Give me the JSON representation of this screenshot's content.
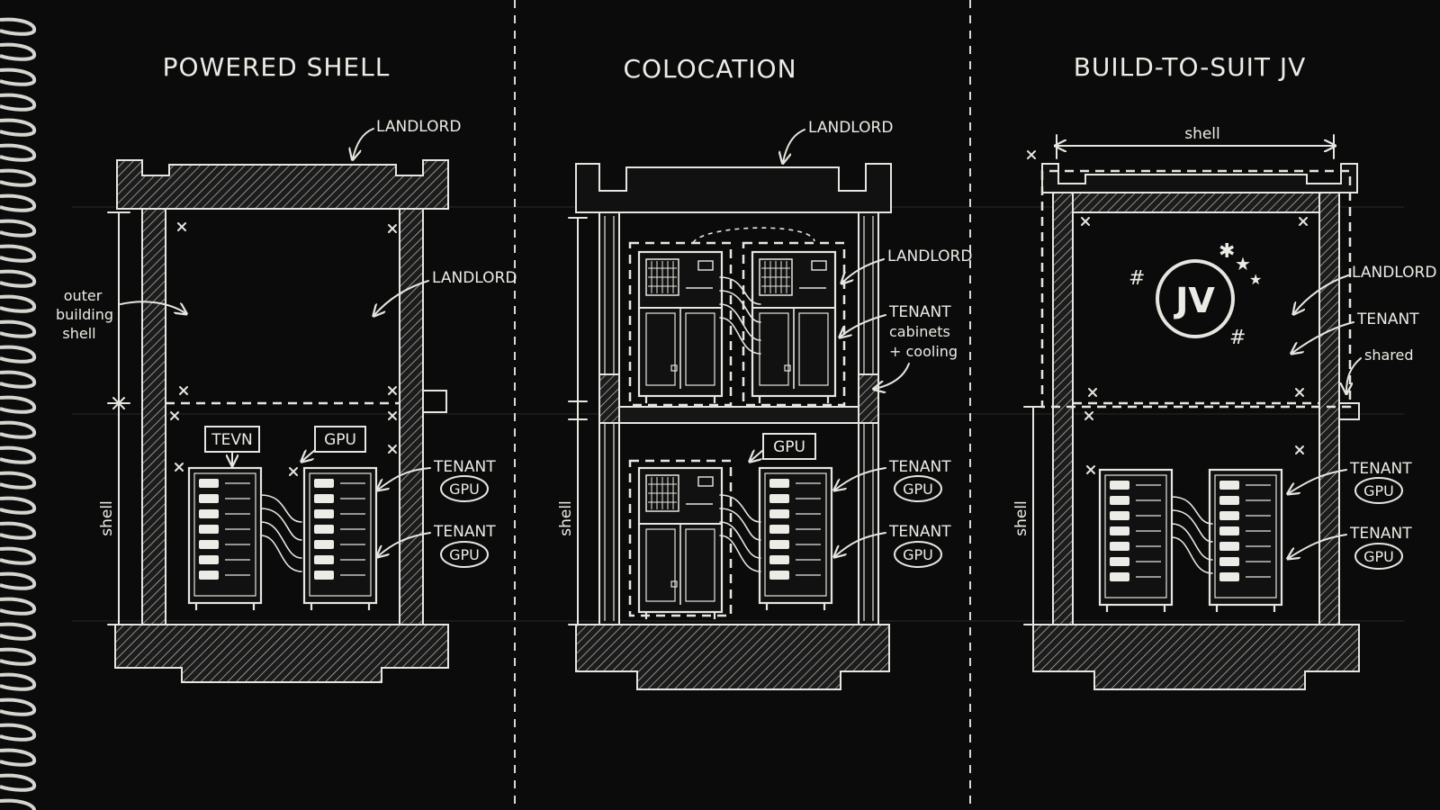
{
  "panels": [
    {
      "title": "POWERED SHELL",
      "labels": {
        "roof_landlord": "LANDLORD",
        "hall_landlord": "LANDLORD",
        "outer_1": "outer",
        "outer_2": "building",
        "outer_3": "shell",
        "tag_left": "TEVN",
        "tag_right": "GPU",
        "tenant_1": "TENANT",
        "gpu_1": "GPU",
        "tenant_2": "TENANT",
        "gpu_2": "GPU",
        "dim": "shell"
      }
    },
    {
      "title": "COLOCATION",
      "labels": {
        "roof_landlord": "LANDLORD",
        "landlord_right": "LANDLORD",
        "tenant_right": "TENANT",
        "cab_1": "cabinets",
        "cab_2": "+ cooling",
        "tag_gpu": "GPU",
        "tenant_1": "TENANT",
        "gpu_1": "GPU",
        "tenant_2": "TENANT",
        "gpu_2": "GPU",
        "dim": "shell"
      }
    },
    {
      "title": "BUILD-TO-SUIT JV",
      "labels": {
        "top_dim": "shell",
        "logo": "JV",
        "landlord": "LANDLORD",
        "tenant": "TENANT",
        "shared": "shared",
        "tenant_1": "TENANT",
        "gpu_1": "GPU",
        "tenant_2": "TENANT",
        "gpu_2": "GPU",
        "dim": "shell"
      }
    }
  ],
  "colors": {
    "background": "#0b0b0b",
    "chalk": "#e6e6e0"
  }
}
